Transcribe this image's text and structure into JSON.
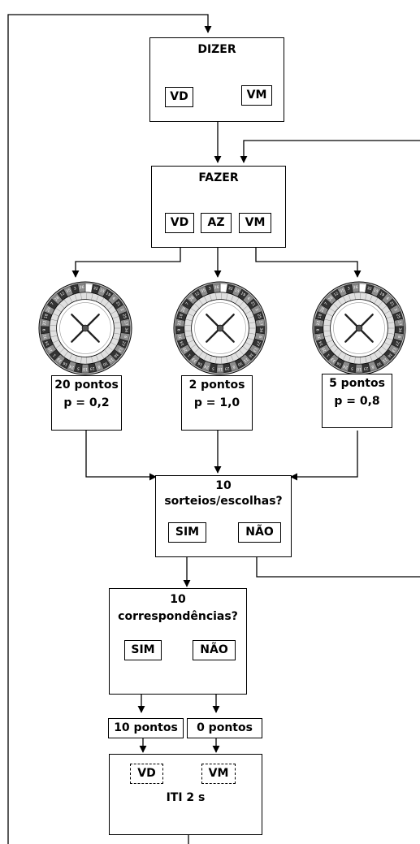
{
  "dizer": {
    "title": "DIZER",
    "vd": "VD",
    "vm": "VM"
  },
  "fazer": {
    "title": "FAZER",
    "vd": "VD",
    "az": "AZ",
    "vm": "VM"
  },
  "wheels": [
    {
      "points": "20 pontos",
      "prob": "p = 0,2"
    },
    {
      "points": "2 pontos",
      "prob": "p = 1,0"
    },
    {
      "points": "5 pontos",
      "prob": "p = 0,8"
    }
  ],
  "sorteios": {
    "count": "10",
    "question": "sorteios/escolhas?",
    "sim": "SIM",
    "nao": "NÃO"
  },
  "correspondencias": {
    "count": "10",
    "question": "correspondências?",
    "sim": "SIM",
    "nao": "NÃO"
  },
  "reward": {
    "ten": "10 pontos",
    "zero": "0 pontos"
  },
  "iti": {
    "vd": "VD",
    "vm": "VM",
    "label": "ITI 2 s"
  },
  "roulette_numbers": [
    "0",
    "32",
    "15",
    "19",
    "4",
    "21",
    "2",
    "25",
    "17",
    "34",
    "6",
    "27",
    "13",
    "36",
    "11",
    "30",
    "8",
    "23",
    "10",
    "5",
    "24",
    "16",
    "33",
    "1",
    "20",
    "14",
    "31",
    "9",
    "22",
    "18",
    "29",
    "7",
    "28",
    "12",
    "35",
    "3",
    "26"
  ]
}
